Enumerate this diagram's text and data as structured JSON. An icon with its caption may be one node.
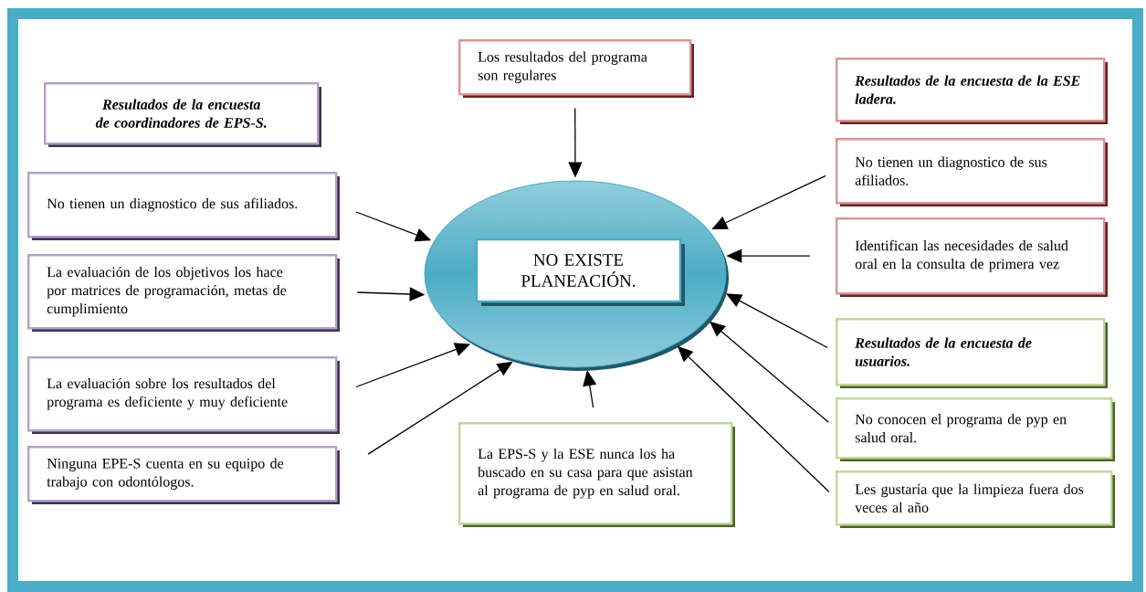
{
  "diagram": {
    "nodes": [
      {
        "text": [],
        "shape": "ellipse"
      },
      {
        "text": [
          "NO EXISTE PLANEACIÓN."
        ],
        "in": 0
      },
      {
        "text": [
          "Los resultados del programa son regulares"
        ]
      },
      {
        "text": [
          "Resultados de la encuesta de coordinadores de EPS-S."
        ]
      },
      {
        "text": [
          "No tienen un diagnostico de sus afiliados."
        ]
      },
      {
        "text": [
          "La evaluación de los objetivos los hace por matrices de programación, metas de cumplimiento"
        ]
      },
      {
        "text": [
          "La evaluación sobre los resultados del programa es deficiente y muy deficiente"
        ]
      },
      {
        "text": [
          "Ninguna EPE-S cuenta en su equipo de trabajo con odontólogos."
        ]
      },
      {
        "text": [
          "La EPS-S y la ESE nunca los ha buscado en su casa para que asistan al programa de pyp en salud oral."
        ]
      },
      {
        "text": [
          "Resultados de la encuesta de la ESE ladera."
        ]
      },
      {
        "text": [
          "No tienen un diagnostico de sus afiliados."
        ]
      },
      {
        "text": [
          "Identifican las necesidades de salud oral en la consulta de primera vez"
        ]
      },
      {
        "text": [
          "Resultados de la encuesta de usuarios."
        ]
      },
      {
        "text": [
          "No conocen el programa de pyp en salud oral."
        ]
      },
      {
        "text": [
          "Les gustaría que la limpieza fuera dos veces al año"
        ]
      }
    ],
    "edges": [
      {
        "from": 2,
        "to": 0,
        "arrow": "to"
      },
      {
        "from": 4,
        "to": 0,
        "arrow": "to"
      },
      {
        "from": 5,
        "to": 0,
        "arrow": "to"
      },
      {
        "from": 6,
        "to": 0,
        "arrow": "to"
      },
      {
        "from": 7,
        "to": 0,
        "arrow": "to"
      },
      {
        "from": 8,
        "to": 0,
        "arrow": "to"
      },
      {
        "from": 10,
        "to": 0,
        "arrow": "to"
      },
      {
        "from": 11,
        "to": 0,
        "arrow": "to"
      },
      {
        "from": 12,
        "to": 0,
        "arrow": "to"
      },
      {
        "from": 13,
        "to": 0,
        "arrow": "to"
      },
      {
        "from": 14,
        "to": 0,
        "arrow": "to"
      }
    ]
  }
}
